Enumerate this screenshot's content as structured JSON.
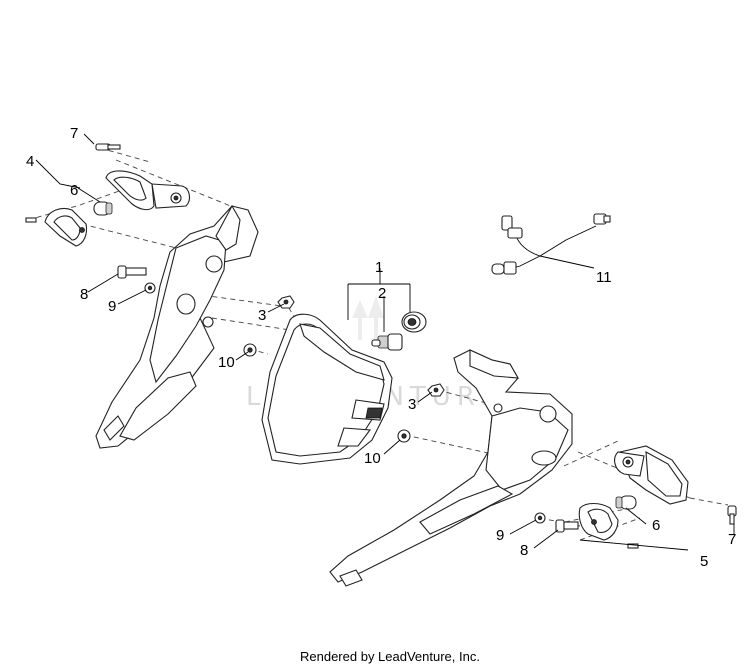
{
  "diagram": {
    "watermark": "LEADVENTURE",
    "footer": "Rendered by LeadVenture, Inc.",
    "callouts": {
      "c1": "1",
      "c2": "2",
      "c3a": "3",
      "c3b": "3",
      "c4": "4",
      "c5": "5",
      "c6a": "6",
      "c6b": "6",
      "c7a": "7",
      "c7b": "7",
      "c8a": "8",
      "c8b": "8",
      "c9a": "9",
      "c9b": "9",
      "c10a": "10",
      "c10b": "10",
      "c11": "11"
    }
  }
}
